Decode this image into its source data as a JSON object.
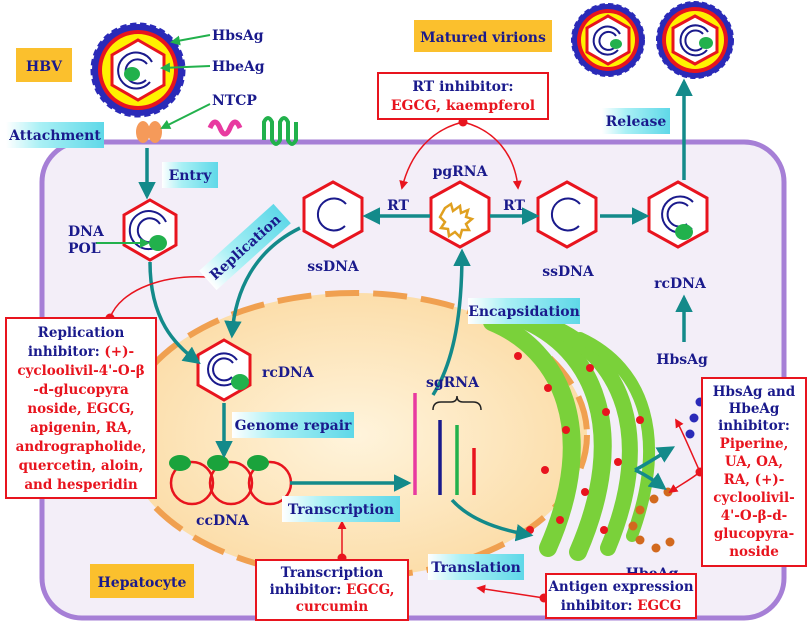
{
  "labels": {
    "hbv": "HBV",
    "hbsag_top": "HbsAg",
    "hbeag_top": "HbeAg",
    "ntcp": "NTCP",
    "attachment": "Attachment",
    "entry": "Entry",
    "dna_pol_1": "DNA",
    "dna_pol_2": "POL",
    "replication": "Replication",
    "matured_virions": "Matured virions",
    "release": "Release",
    "pgrna": "pgRNA",
    "rt_left": "RT",
    "rt_right": "RT",
    "ssdna_left": "ssDNA",
    "ssdna_right": "ssDNA",
    "rcdna_right": "rcDNA",
    "rcdna_nucleus": "rcDNA",
    "encapsidation": "Encapsidation",
    "hbsag_right": "HbsAg",
    "hbeag_right": "HbeAg",
    "genome_repair": "Genome repair",
    "sgrna": "sgRNA",
    "ccdna": "ccDNA",
    "transcription": "Transcription",
    "translation": "Translation",
    "hepatocyte": "Hepatocyte"
  },
  "inhibitors": {
    "rt": {
      "title": "RT inhibitor:",
      "compounds": "EGCG, kaempferol"
    },
    "replication": {
      "lines": [
        {
          "dark": "Replication",
          "red": ""
        },
        {
          "dark": "inhibitor: ",
          "red": "(+)-"
        },
        {
          "dark": "",
          "red": "cycloolivil-4'-O-β"
        },
        {
          "dark": "",
          "red": "-d-glucopyra"
        },
        {
          "dark": "",
          "red": "noside, EGCG,"
        },
        {
          "dark": "",
          "red": "apigenin, RA,"
        },
        {
          "dark": "",
          "red": "andrographolide,"
        },
        {
          "dark": "",
          "red": "quercetin, aloin,"
        },
        {
          "dark": "",
          "red": "and hesperidin"
        }
      ]
    },
    "hbsag": {
      "title_lines": [
        "HbsAg and",
        "HbeAg",
        "inhibitor:"
      ],
      "compound_lines": [
        "Piperine,",
        "UA, OA,",
        "RA, (+)-",
        "cycloolivil-",
        "4'-O-β-d-",
        "glucopyra-",
        "noside"
      ]
    },
    "transcription": {
      "title_lines": [
        "Transcription",
        "inhibitor: "
      ],
      "compounds_a": "EGCG,",
      "compounds_b": "curcumin"
    },
    "antigen": {
      "title": "Antigen expression",
      "title2": "inhibitor: ",
      "compounds": "EGCG"
    }
  },
  "colors": {
    "dark_blue": "#1a1a8c",
    "red": "#e8141e",
    "teal": "#138a8a",
    "green": "#22b14c",
    "cell_fill": "#f3eef8",
    "cell_border": "#a67fd6",
    "nucleus_fill": "#fde7bf",
    "nucleus_border": "#f0a050",
    "orange_box": "#fbc02d",
    "cyan_box": "#a9f0f5"
  }
}
